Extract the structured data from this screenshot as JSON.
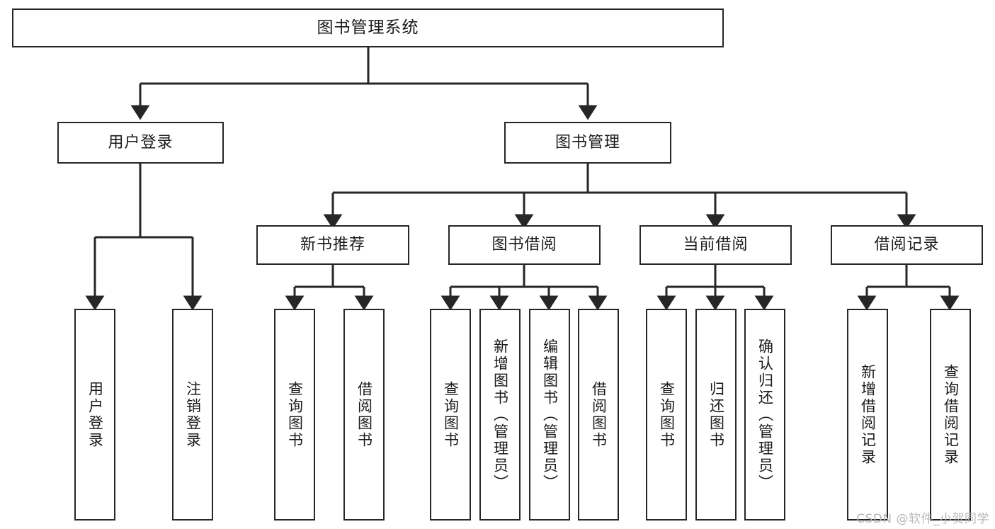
{
  "diagram": {
    "title": "图书管理系统",
    "type": "tree-structure-chart",
    "line_color": "#262626",
    "box_fill": "#ffffff",
    "text_color": "#1a1a1a",
    "root": {
      "label": "图书管理系统"
    },
    "level2": [
      {
        "label": "用户登录"
      },
      {
        "label": "图书管理"
      }
    ],
    "level3": [
      {
        "label": "新书推荐"
      },
      {
        "label": "图书借阅"
      },
      {
        "label": "当前借阅"
      },
      {
        "label": "借阅记录"
      }
    ],
    "leaves": {
      "user_login": [
        {
          "label": "用户登录"
        },
        {
          "label": "注销登录"
        }
      ],
      "new_book_recommend": [
        {
          "label": "查询图书"
        },
        {
          "label": "借阅图书"
        }
      ],
      "book_borrow": [
        {
          "label": "查询图书"
        },
        {
          "label": "新增图书（管理员）"
        },
        {
          "label": "编辑图书（管理员）"
        },
        {
          "label": "借阅图书"
        }
      ],
      "current_borrow": [
        {
          "label": "查询图书"
        },
        {
          "label": "归还图书"
        },
        {
          "label": "确认归还（管理员）"
        }
      ],
      "borrow_record": [
        {
          "label": "新增借阅记录"
        },
        {
          "label": "查询借阅记录"
        }
      ]
    }
  },
  "watermark": {
    "text": "CSDN @软件_小贺同学"
  }
}
